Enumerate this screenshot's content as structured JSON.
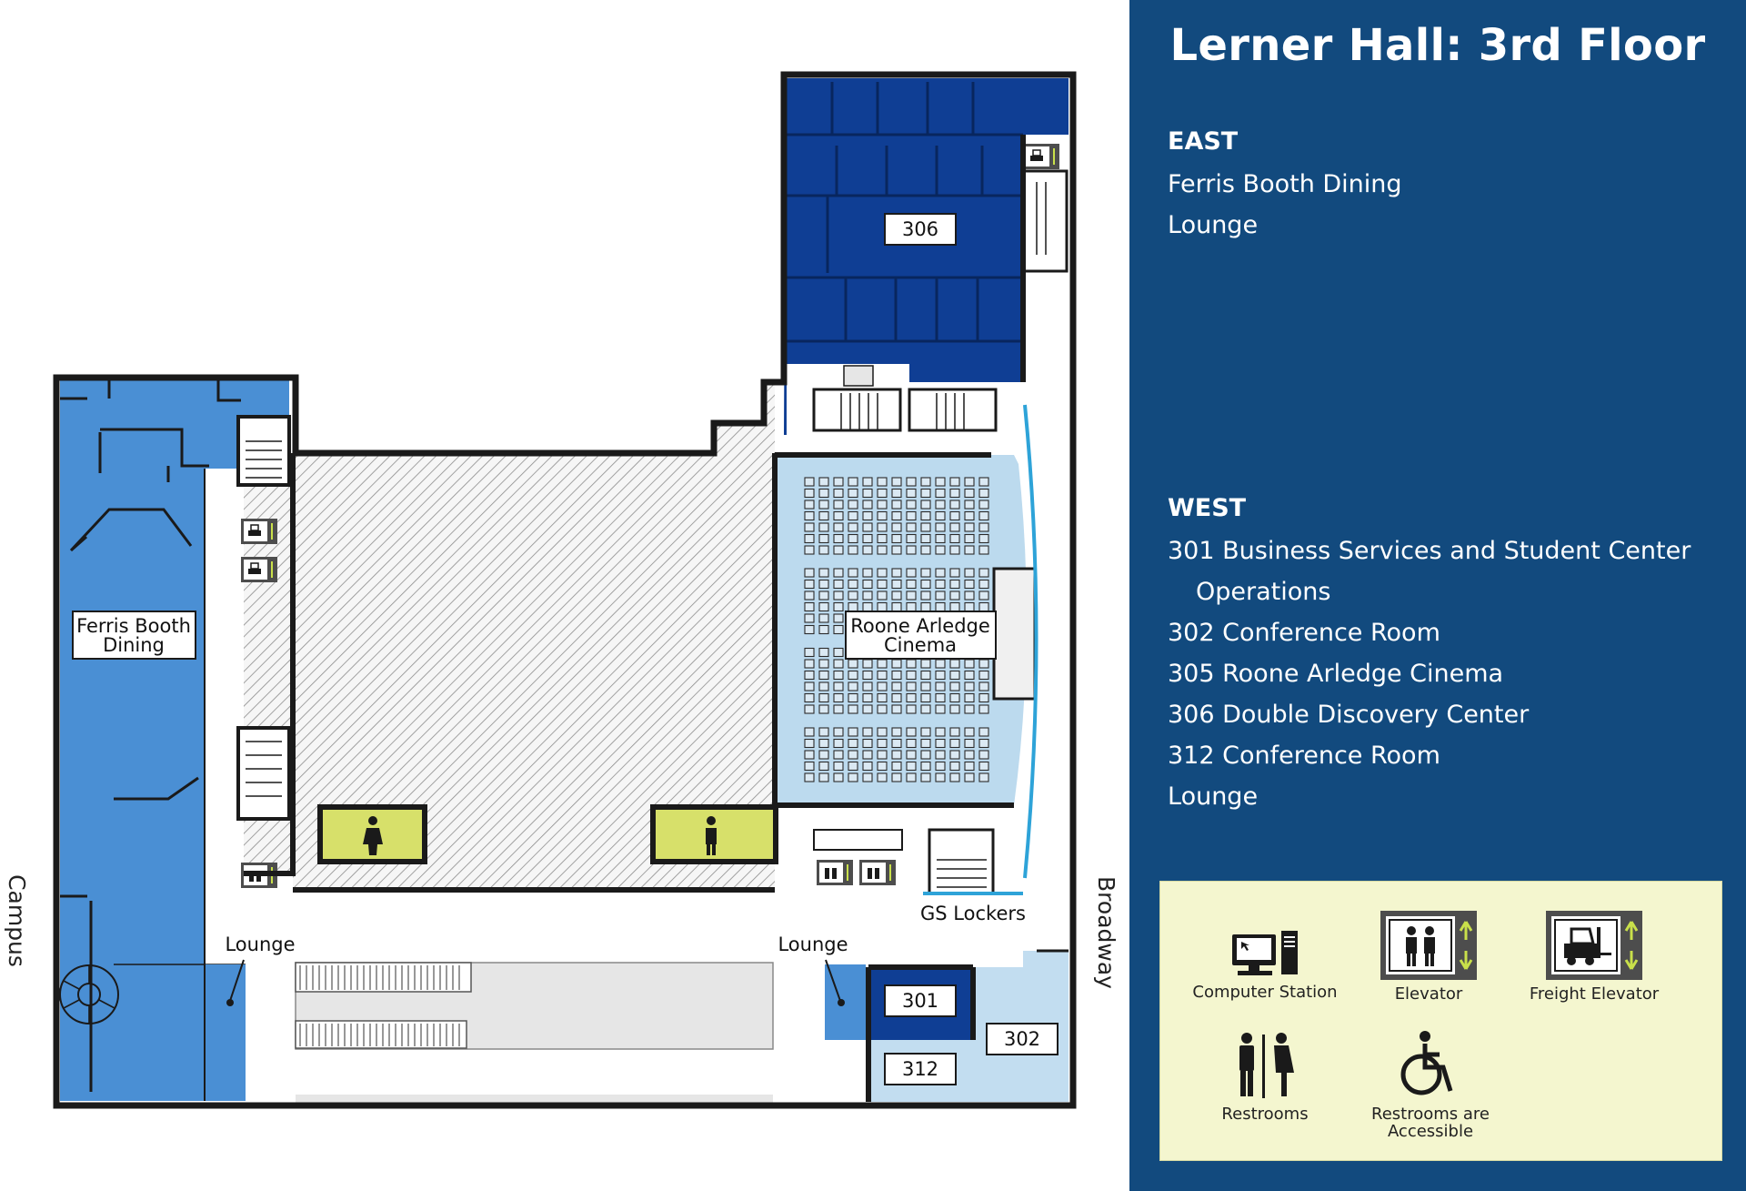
{
  "title": "Lerner Hall: 3rd Floor",
  "sections": {
    "east": {
      "heading": "EAST",
      "items": [
        "Ferris Booth Dining",
        "Lounge"
      ]
    },
    "west": {
      "heading": "WEST",
      "items": [
        {
          "text": "301 Business Services and Student Center",
          "indent": false
        },
        {
          "text": "Operations",
          "indent": true
        },
        {
          "text": "302 Conference Room",
          "indent": false
        },
        {
          "text": "305 Roone Arledge Cinema",
          "indent": false
        },
        {
          "text": "306 Double Discovery Center",
          "indent": false
        },
        {
          "text": "312 Conference Room",
          "indent": false
        },
        {
          "text": "Lounge",
          "indent": false
        }
      ]
    }
  },
  "map": {
    "labels": {
      "ferris_line1": "Ferris Booth",
      "ferris_line2": "Dining",
      "cinema_line1": "Roone Arledge",
      "cinema_line2": "Cinema",
      "room_306": "306",
      "room_301": "301",
      "room_302": "302",
      "room_312": "312",
      "lounge_west": "Lounge",
      "lounge_east": "Lounge",
      "gs_lockers": "GS Lockers",
      "campus": "Campus",
      "broadway": "Broadway"
    },
    "colors": {
      "dining": "#4a8fd4",
      "ddc": "#0f3e94",
      "cinema": "#bcdaee",
      "conference": "#c2ddf0",
      "restroom": "#d7e06a",
      "wall": "#1a1a1a"
    }
  },
  "legend": {
    "items": [
      {
        "label": "Computer Station",
        "icon": "computer-station-icon"
      },
      {
        "label": "Elevator",
        "icon": "elevator-icon"
      },
      {
        "label": "Freight Elevator",
        "icon": "freight-elevator-icon"
      },
      {
        "label": "Restrooms",
        "icon": "restrooms-icon"
      },
      {
        "label": "Restrooms are Accessible",
        "icon": "accessible-icon"
      }
    ]
  }
}
